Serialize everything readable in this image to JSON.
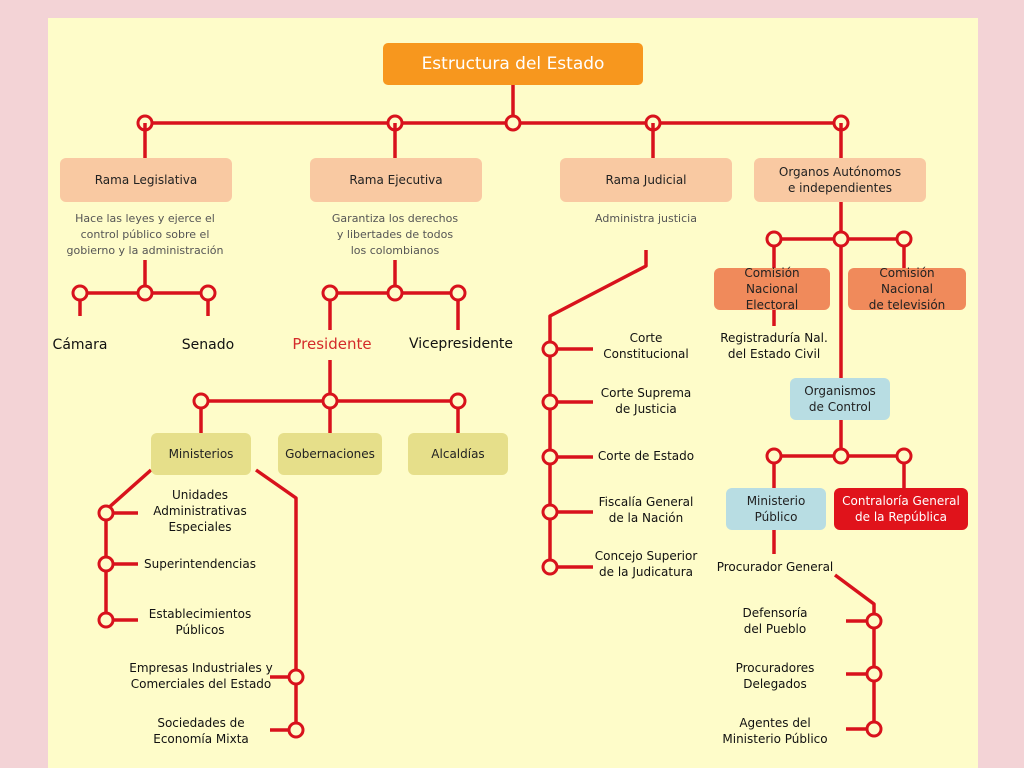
{
  "title": "Estructura del Estado",
  "branches": {
    "legislativa": {
      "label": "Rama Legislativa",
      "description": "Hace las leyes y ejerce el\ncontrol público sobre el\ngobierno y la administración",
      "camara": "Cámara",
      "senado": "Senado"
    },
    "ejecutiva": {
      "label": "Rama Ejecutiva",
      "description": "Garantiza los derechos\ny libertades de todos\nlos colombianos",
      "presidente": "Presidente",
      "vicepresidente": "Vicepresidente",
      "ministerios": "Ministerios",
      "gobernaciones": "Gobernaciones",
      "alcaldias": "Alcaldías",
      "ministerios_items": [
        "Unidades\nAdministrativas\nEspeciales",
        "Superintendencias",
        "Establecimientos\nPúblicos"
      ],
      "alcaldias_items": [
        "Empresas Industriales y\nComerciales del Estado",
        "Sociedades de\nEconomía Mixta"
      ]
    },
    "judicial": {
      "label": "Rama Judicial",
      "description": "Administra justicia",
      "items": [
        "Corte\nConstitucional",
        "Corte Suprema\nde Justicia",
        "Corte de Estado",
        "Fiscalía General\nde la Nación",
        "Concejo Superior\nde la Judicatura"
      ]
    },
    "autonomos": {
      "label": "Organos Autónomos\ne independientes",
      "cne": "Comisión Nacional\nElectoral",
      "cntv": "Comisión Nacional\nde televisión",
      "registraduria": "Registraduría Nal.\ndel Estado Civil",
      "organismos": "Organismos\nde Control",
      "ministerio_publico": "Ministerio\nPúblico",
      "contraloria": "Contraloría General\nde la República",
      "procurador": "Procurador General",
      "procurador_items": [
        "Defensoría\ndel Pueblo",
        "Procuradores\nDelegados",
        "Agentes del\nMinisterio Público"
      ]
    }
  },
  "colors": {
    "line": "#d8121c",
    "node_fill": "#fefcc9",
    "title": "#f7971e",
    "branch": "#f9c9a2",
    "olive": "#e6df8a",
    "orange": "#f08a5b",
    "teal": "#b8dde3",
    "red": "#e0131b"
  }
}
